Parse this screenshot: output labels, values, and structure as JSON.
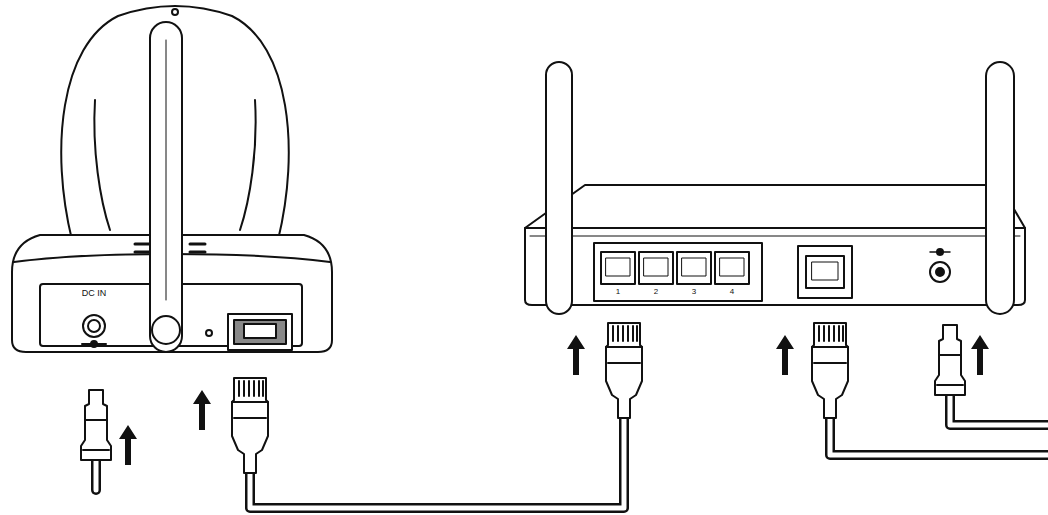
{
  "diagram": {
    "labels": [
      "DC IN",
      "1",
      "2",
      "3",
      "4"
    ]
  }
}
